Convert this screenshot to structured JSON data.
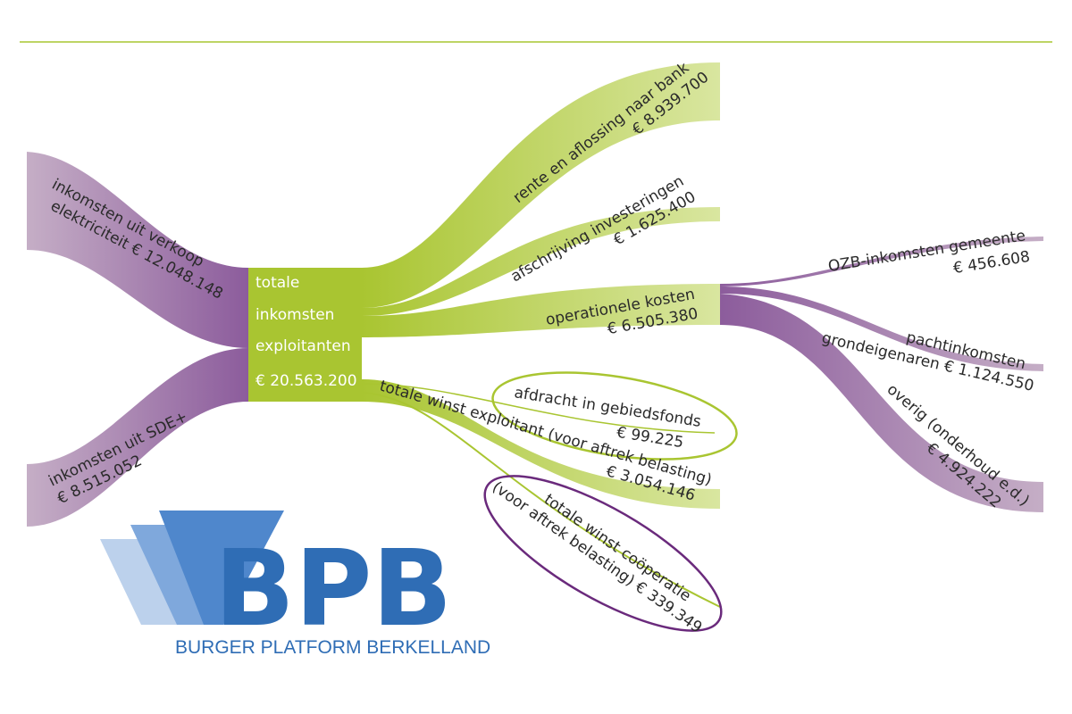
{
  "colors": {
    "purple": "#8c5c9c",
    "purple_light": "#c5aec6",
    "green": "#a9c531",
    "green_light": "#d9e6a0",
    "dark_purple": "#6a2a7c",
    "logo_blue": "#2f6db5",
    "rule": "#a9c531"
  },
  "center": {
    "line1": "totale",
    "line2": "inkomsten",
    "line3": "exploitanten",
    "amount": "€ 20.563.200"
  },
  "inputs": {
    "electricity": {
      "line1": "inkomsten uit verkoop",
      "line2": "elektriciteit € 12.048.148"
    },
    "sde": {
      "line1": "inkomsten uit SDE+",
      "line2": "€ 8.515.052"
    }
  },
  "outputs": {
    "bank": {
      "line1": "rente en aflossing naar bank",
      "line2": "€ 8.939.700"
    },
    "investments": {
      "line1": "afschrijving investeringen",
      "line2": "€ 1.625.400"
    },
    "operational": {
      "line1": "operationele kosten",
      "line2": "€ 6.505.380"
    },
    "winst_exploitant": {
      "line1": "totale winst exploitant (voor aftrek belasting)",
      "line2": "€ 3.054.146"
    },
    "gebiedsfonds": {
      "line1": "afdracht in gebiedsfonds",
      "line2": "€ 99.225"
    },
    "cooperatie": {
      "line1": "totale winst coöperatie",
      "line2": "(voor aftrek belasting) € 339.349"
    }
  },
  "operational_split": {
    "ozb": {
      "line1": "OZB-inkomsten gemeente",
      "line2": "€ 456.608"
    },
    "pacht": {
      "line1": "pachtinkomsten",
      "line2": "grondeigenaren € 1.124.550"
    },
    "overig": {
      "line1": "overig (onderhoud e.d.)",
      "line2": "€ 4.924.222"
    }
  },
  "logo": {
    "letters": "BPB",
    "subtitle": "BURGER PLATFORM BERKELLAND"
  }
}
